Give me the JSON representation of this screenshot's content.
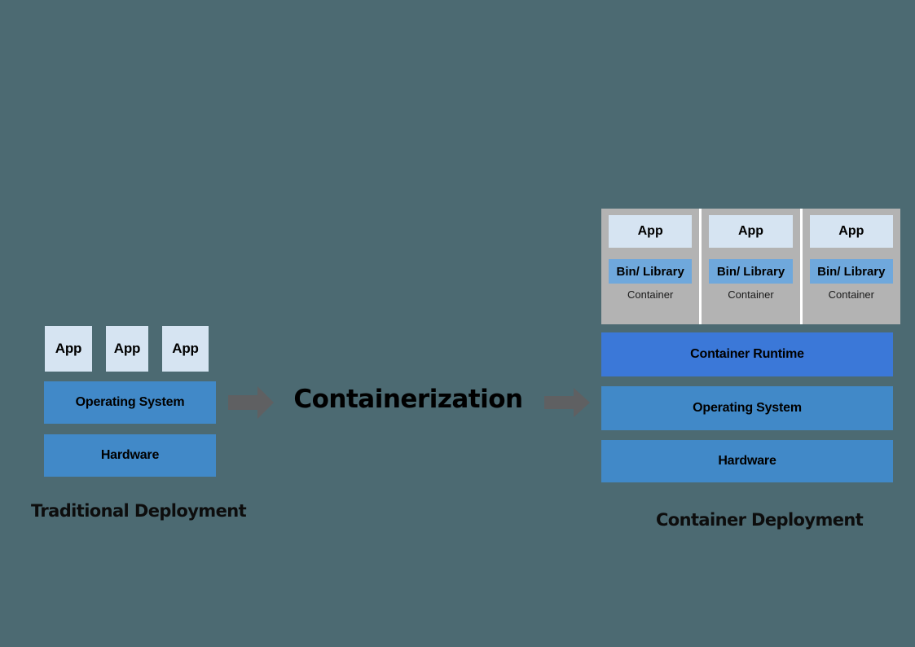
{
  "background_color": "#4c6a72",
  "center": {
    "title": "Containerization",
    "arrow_left_name": "right-arrow-icon",
    "arrow_right_name": "right-arrow-icon",
    "arrow_color": "#5f6062"
  },
  "traditional": {
    "caption": "Traditional Deployment",
    "apps": [
      {
        "label": "App"
      },
      {
        "label": "App"
      },
      {
        "label": "App"
      }
    ],
    "layers": [
      {
        "label": "Operating System",
        "color": "#4189c8"
      },
      {
        "label": "Hardware",
        "color": "#4189c8"
      }
    ],
    "app_color": "#d6e4f2"
  },
  "container": {
    "caption": "Container Deployment",
    "panel_color": "#b3b3b3",
    "cells": [
      {
        "app": "App",
        "bin": "Bin/ Library",
        "label": "Container"
      },
      {
        "app": "App",
        "bin": "Bin/ Library",
        "label": "Container"
      },
      {
        "app": "App",
        "bin": "Bin/ Library",
        "label": "Container"
      }
    ],
    "app_color": "#d6e4f2",
    "bin_color": "#6fa8dc",
    "layers": [
      {
        "label": "Container Runtime",
        "color": "#3b78d8"
      },
      {
        "label": "Operating System",
        "color": "#4189c8"
      },
      {
        "label": "Hardware",
        "color": "#4189c8"
      }
    ]
  }
}
